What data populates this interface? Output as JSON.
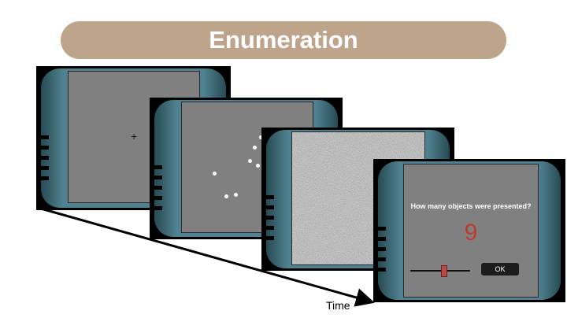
{
  "title": "Enumeration",
  "time_label": "Time",
  "frames": {
    "fixation": {
      "symbol": "+"
    },
    "dots": {
      "count": 9
    },
    "mask": {
      "type": "visual-noise"
    },
    "response": {
      "question": "How many objects were presented?",
      "answer": "9",
      "ok_label": "OK"
    }
  },
  "colors": {
    "title_pill": "#bfa48c",
    "device_body": "#3d6873",
    "screen": "#808080",
    "answer": "#c0392b"
  }
}
